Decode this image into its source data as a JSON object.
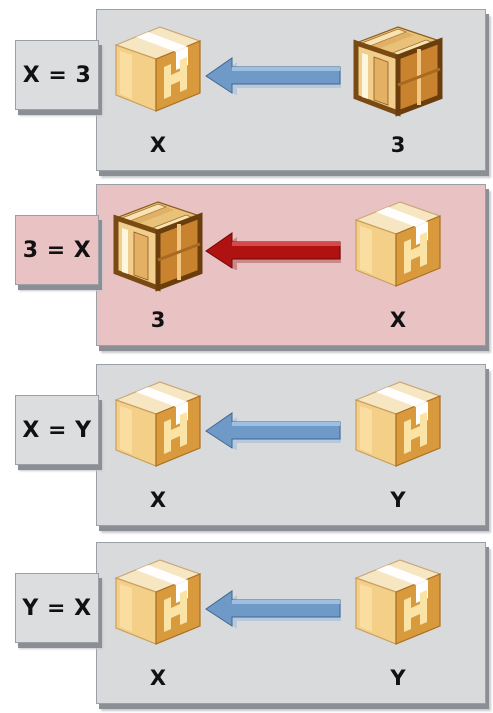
{
  "panels": [
    {
      "equation": "X = 3",
      "left_label": "X",
      "right_label": "3",
      "left_object": "box-icon",
      "right_object": "crate-icon",
      "highlight": false,
      "arrow_color": "#6f9ac7",
      "background": "#d9dadb"
    },
    {
      "equation": "3 = X",
      "left_label": "3",
      "right_label": "X",
      "left_object": "crate-icon",
      "right_object": "box-icon",
      "highlight": true,
      "arrow_color": "#b01212",
      "background": "#e9c3c3"
    },
    {
      "equation": "X = Y",
      "left_label": "X",
      "right_label": "Y",
      "left_object": "box-icon",
      "right_object": "box-icon",
      "highlight": false,
      "arrow_color": "#6f9ac7",
      "background": "#d9dadb"
    },
    {
      "equation": "Y = X",
      "left_label": "X",
      "right_label": "Y",
      "left_object": "box-icon",
      "right_object": "box-icon",
      "highlight": false,
      "arrow_color": "#6f9ac7",
      "background": "#d9dadb"
    }
  ]
}
